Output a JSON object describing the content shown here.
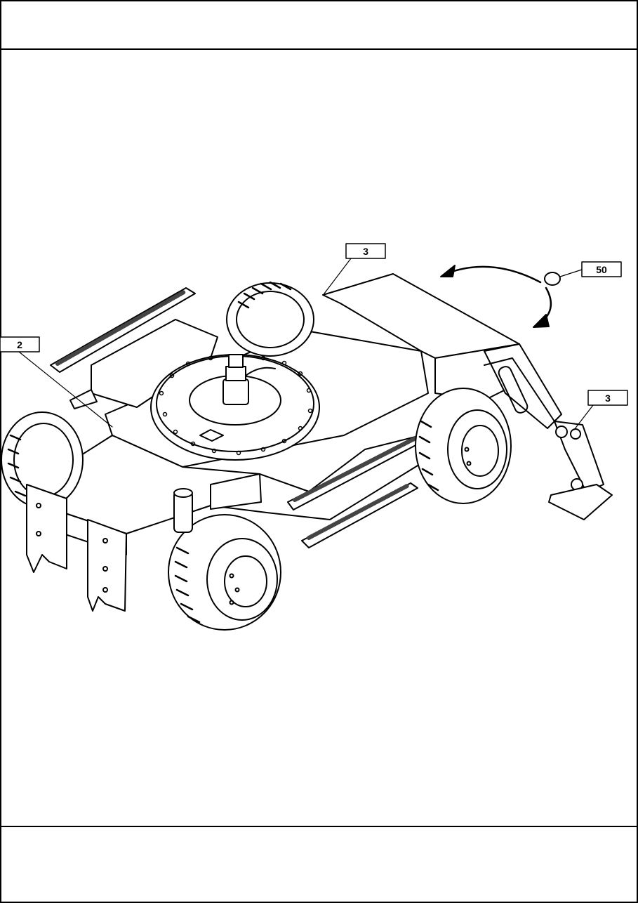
{
  "callouts": [
    {
      "id": "callout-2",
      "label": "2"
    },
    {
      "id": "callout-3-top",
      "label": "3"
    },
    {
      "id": "callout-50",
      "label": "50"
    },
    {
      "id": "callout-3-right",
      "label": "3"
    }
  ],
  "colors": {
    "line": "#000000",
    "paper": "#ffffff"
  }
}
